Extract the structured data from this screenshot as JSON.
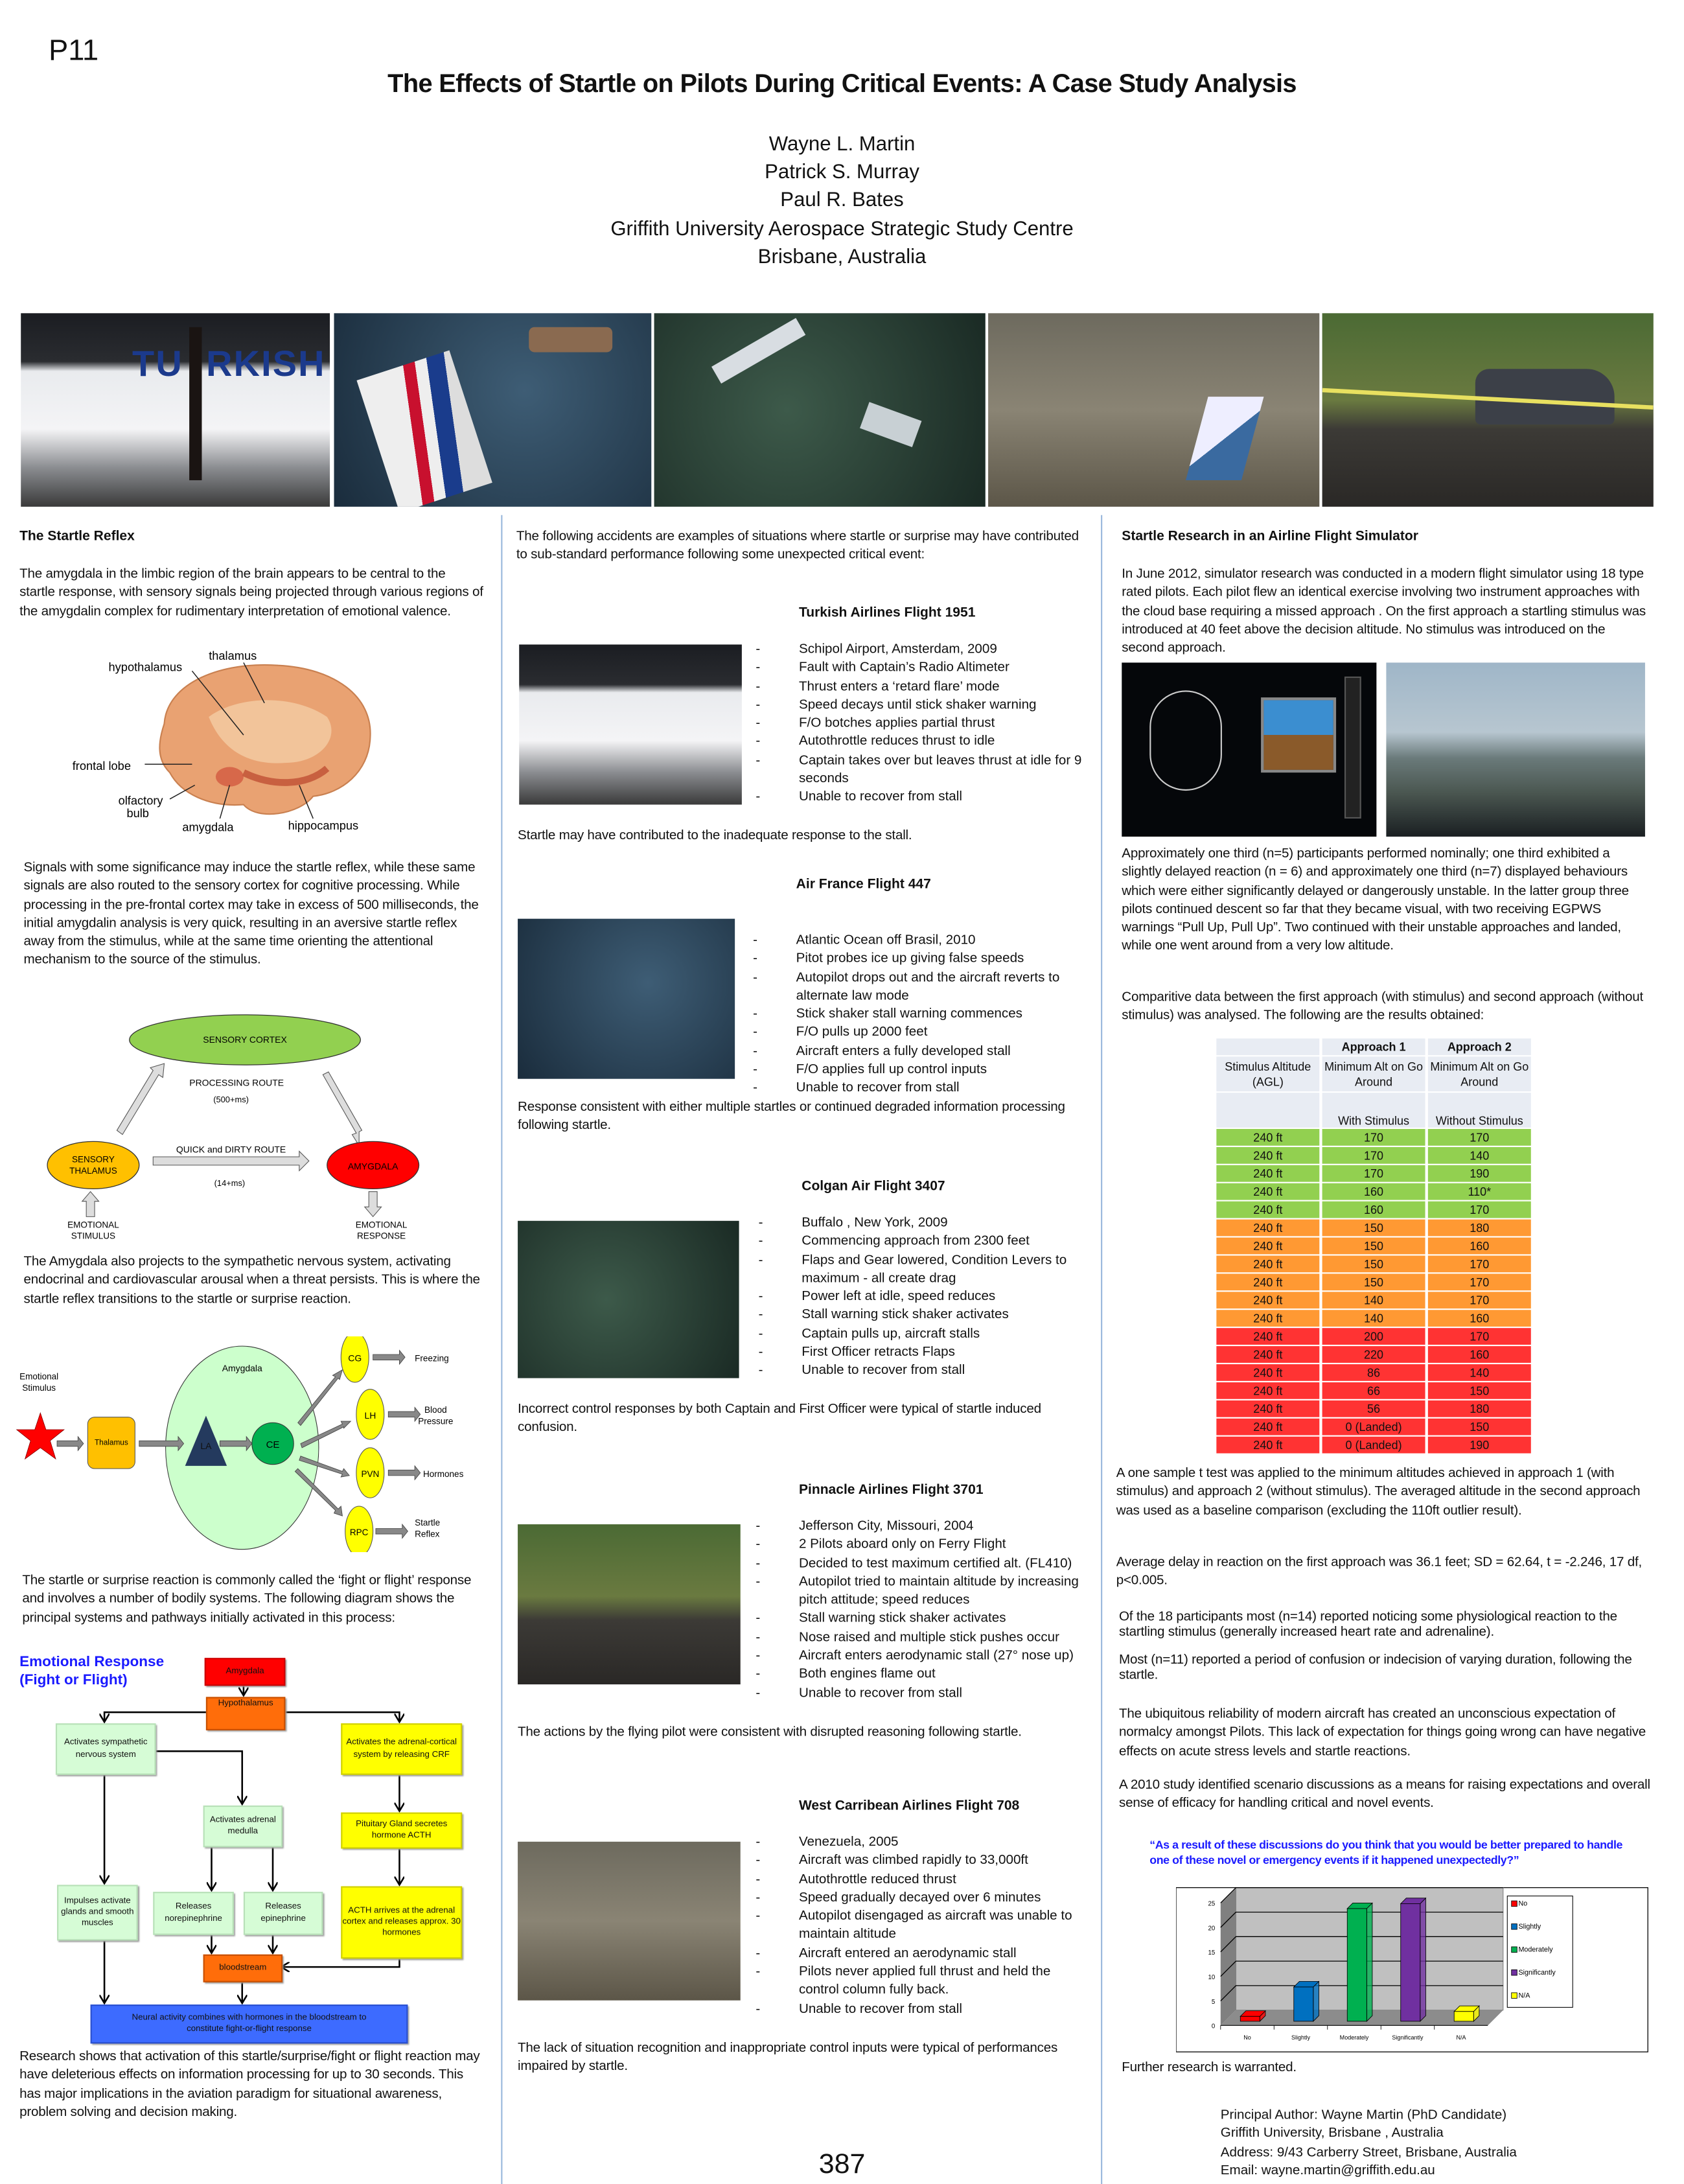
{
  "poster_id": "P11",
  "title": "The Effects of Startle on Pilots During Critical Events: A Case Study Analysis",
  "authors": [
    "Wayne L. Martin",
    "Patrick S. Murray",
    "Paul R. Bates",
    "Griffith University Aerospace Strategic Study Centre",
    "Brisbane, Australia"
  ],
  "page_number": "387",
  "left_column": {
    "heading": "The Startle Reflex",
    "para1": "The amygdala in the limbic region of the brain appears to be central to the startle response, with sensory signals being projected through various regions of the amygdalin complex for rudimentary interpretation of emotional valence.",
    "brain_labels": {
      "thalamus": "thalamus",
      "hypothalamus": "hypothalamus",
      "frontal_lobe": "frontal lobe",
      "olfactory_1": "olfactory",
      "olfactory_2": "bulb",
      "amygdala": "amygdala",
      "hippocampus": "hippocampus"
    },
    "para2": "Signals with some significance may induce the startle reflex, while these same signals are also routed to the sensory cortex for cognitive processing. While processing in the pre-frontal cortex may take in excess of 500 milliseconds, the initial amygdalin analysis is very quick, resulting in an aversive startle reflex away from the stimulus, while at the same time orienting the attentional mechanism to the source of the stimulus.",
    "routes": {
      "sensory_cortex": "SENSORY CORTEX",
      "processing_route": "PROCESSING ROUTE",
      "processing_time": "(500+ms)",
      "quick_route": "QUICK and DIRTY ROUTE",
      "quick_time": "(14+ms)",
      "thalamus_1": "SENSORY",
      "thalamus_2": "THALAMUS",
      "amygdala": "AMYGDALA",
      "stimulus_1": "EMOTIONAL",
      "stimulus_2": "STIMULUS",
      "response_1": "EMOTIONAL",
      "response_2": "RESPONSE"
    },
    "para3": "The Amygdala also projects  to the sympathetic nervous system, activating endocrinal  and cardiovascular arousal when a threat persists. This is where  the startle reflex transitions to the startle or surprise reaction.",
    "pathway": {
      "stimulus_1": "Emotional",
      "stimulus_2": "Stimulus",
      "thalamus": "Thalamus",
      "amygdala": "Amygdala",
      "la": "LA",
      "ce": "CE",
      "cg": "CG",
      "cg_out": "Freezing",
      "lh": "LH",
      "lh_out_1": "Blood",
      "lh_out_2": "Pressure",
      "pvn": "PVN",
      "pvn_out": "Hormones",
      "rpc": "RPC",
      "rpc_out_1": "Startle",
      "rpc_out_2": "Reflex"
    },
    "para4": "The startle or surprise reaction is commonly called the ‘fight or flight’ response and involves a number of bodily systems. The following diagram shows the principal systems and pathways  initially activated in this process:",
    "flowchart": {
      "title_1": "Emotional Response",
      "title_2": "(Fight or Flight)",
      "amygdala": "Amygdala",
      "hypothalamus": "Hypothalamus",
      "sympathetic": "Activates sympathetic nervous system",
      "adrenal_cortical": "Activates the adrenal-cortical system by releasing CRF",
      "adrenal_medulla": "Activates adrenal medulla",
      "pituitary": "Pituitary Gland secretes hormone ACTH",
      "impulses": "Impulses activate glands and smooth muscles",
      "norepinephrine": "Releases norepinephrine",
      "epinephrine": "Releases epinephrine",
      "acth": "ACTH arrives at the adrenal cortex and releases approx. 30 hormones",
      "bloodstream": "bloodstream",
      "neural": "Neural activity combines with hormones in the bloodstream to constitute fight-or-flight response"
    },
    "para5": "Research shows that activation of this startle/surprise/fight or flight reaction may have deleterious effects on information processing for up to 30 seconds. This has major implications in the aviation paradigm  for situational awareness, problem solving and decision making."
  },
  "middle_column": {
    "intro": "The following accidents are examples of situations where startle or surprise may have contributed to sub-standard performance following some unexpected critical event:",
    "bullet_mark": "-",
    "accidents": [
      {
        "name": "Turkish Airlines Flight 1951",
        "bullets": [
          "Schipol Airport, Amsterdam, 2009",
          "Fault with Captain’s Radio Altimeter",
          "Thrust enters a ‘retard flare’ mode",
          "Speed decays  until stick shaker warning",
          "F/O botches  applies partial thrust",
          "Autothrottle reduces thrust to idle",
          "Captain takes over but leaves thrust at idle for 9 seconds",
          "Unable to recover from stall"
        ],
        "summary": "Startle may have contributed to the inadequate response to the stall."
      },
      {
        "name": "Air France Flight 447",
        "bullets": [
          "Atlantic Ocean off Brasil, 2010",
          "Pitot probes ice up giving false speeds",
          "Autopilot drops out and the aircraft reverts to  alternate law mode",
          "Stick shaker stall warning commences",
          "F/O pulls up 2000 feet",
          "Aircraft enters a fully developed stall",
          "F/O applies full up control inputs",
          "Unable to recover from stall"
        ],
        "summary": "Response consistent with either multiple startles or continued degraded information processing following startle."
      },
      {
        "name": "Colgan Air Flight 3407",
        "bullets": [
          "Buffalo , New York, 2009",
          "Commencing approach from 2300 feet",
          "Flaps and Gear lowered, Condition Levers to maximum - all create drag",
          "Power left at idle, speed reduces",
          "Stall warning stick shaker activates",
          "Captain pulls up, aircraft stalls",
          "First Officer retracts Flaps",
          "Unable to recover from stall"
        ],
        "summary": "Incorrect control responses by both Captain and First Officer  were typical of startle induced confusion."
      },
      {
        "name": "Pinnacle Airlines Flight 3701",
        "bullets": [
          "Jefferson City, Missouri, 2004",
          "2 Pilots  aboard only on Ferry Flight",
          "Decided to test maximum certified alt. (FL410)",
          "Autopilot tried to maintain altitude by increasing pitch attitude; speed reduces",
          "Stall warning stick shaker activates",
          "Nose raised and multiple stick pushes occur",
          "Aircraft enters aerodynamic stall (27° nose up)",
          "Both engines flame out",
          "Unable to recover from stall"
        ],
        "summary": "The actions by the flying pilot  were consistent with disrupted reasoning following startle."
      },
      {
        "name": "West  Carribean Airlines Flight 708",
        "bullets": [
          "Venezuela, 2005",
          "Aircraft was climbed rapidly to 33,000ft",
          "Autothrottle reduced thrust",
          "Speed gradually decayed over 6 minutes",
          "Autopilot disengaged as aircraft was unable to maintain altitude",
          "Aircraft entered an aerodynamic stall",
          "Pilots never applied full thrust and held the control column fully back.",
          "Unable to recover from stall"
        ],
        "summary": "The lack of situation recognition and inappropriate control inputs were typical of performances impaired by startle."
      }
    ]
  },
  "right_column": {
    "heading": "Startle Research in an Airline Flight Simulator",
    "para1": "In June 2012, simulator research was conducted in a modern flight simulator using 18 type rated pilots. Each  pilot flew an identical exercise involving two instrument approaches with the cloud base requiring a missed approach . On the first approach a startling stimulus was introduced at 40 feet above the decision altitude. No stimulus  was introduced on the second approach.",
    "para2": "Approximately  one third (n=5) participants performed nominally; one third exhibited a slightly delayed reaction (n = 6) and approximately one third (n=7) displayed behaviours which were either significantly delayed or  dangerously unstable. In the latter group  three pilots continued descent  so far that they became visual, with two receiving EGPWS warnings “Pull Up, Pull Up”.   Two continued with their unstable approaches and landed, while one went around from a very low altitude.",
    "para3": "Comparitive data between the first approach (with stimulus) and second approach (without stimulus) was analysed. The following are the results obtained:",
    "table": {
      "header_top": [
        "",
        "Approach 1",
        "Approach 2"
      ],
      "header_mid": [
        "Stimulus Altitude (AGL)",
        "Minimum Alt on Go Around",
        "Minimum Alt on Go Around"
      ],
      "header_sub": [
        "",
        "With Stimulus",
        "Without Stimulus"
      ],
      "group_colors": {
        "nominal": "#92d050",
        "delayed": "#ff9933",
        "unstable": "#ff3333"
      },
      "rows": [
        {
          "group": "nominal",
          "cells": [
            "240 ft",
            "170",
            "170"
          ]
        },
        {
          "group": "nominal",
          "cells": [
            "240 ft",
            "170",
            "140"
          ]
        },
        {
          "group": "nominal",
          "cells": [
            "240 ft",
            "170",
            "190"
          ]
        },
        {
          "group": "nominal",
          "cells": [
            "240 ft",
            "160",
            "110*"
          ]
        },
        {
          "group": "nominal",
          "cells": [
            "240 ft",
            "160",
            "170"
          ]
        },
        {
          "group": "delayed",
          "cells": [
            "240 ft",
            "150",
            "180"
          ]
        },
        {
          "group": "delayed",
          "cells": [
            "240 ft",
            "150",
            "160"
          ]
        },
        {
          "group": "delayed",
          "cells": [
            "240 ft",
            "150",
            "170"
          ]
        },
        {
          "group": "delayed",
          "cells": [
            "240 ft",
            "150",
            "170"
          ]
        },
        {
          "group": "delayed",
          "cells": [
            "240 ft",
            "140",
            "170"
          ]
        },
        {
          "group": "delayed",
          "cells": [
            "240 ft",
            "140",
            "160"
          ]
        },
        {
          "group": "unstable",
          "cells": [
            "240 ft",
            "200",
            "170"
          ]
        },
        {
          "group": "unstable",
          "cells": [
            "240 ft",
            "220",
            "160"
          ]
        },
        {
          "group": "unstable",
          "cells": [
            "240 ft",
            "86",
            "140"
          ]
        },
        {
          "group": "unstable",
          "cells": [
            "240 ft",
            "66",
            "150"
          ]
        },
        {
          "group": "unstable",
          "cells": [
            "240 ft",
            "56",
            "180"
          ]
        },
        {
          "group": "unstable",
          "cells": [
            "240 ft",
            "0 (Landed)",
            "150"
          ]
        },
        {
          "group": "unstable",
          "cells": [
            "240 ft",
            "0 (Landed)",
            "190"
          ]
        }
      ]
    },
    "para4": "A one sample t test was applied to the minimum altitudes achieved in approach 1 (with stimulus) and approach 2 (without stimulus). The averaged altitude in the second approach was used as a baseline comparison (excluding the 110ft outlier result).",
    "para5": "Average delay in reaction on the first approach was 36.1 feet; SD = 62.64,    t = -2.246, 17 df, p<0.005.",
    "para6": "Of the 18 participants most (n=14) reported noticing some physiological reaction to the startling stimulus (generally increased heart rate and adrenaline).",
    "para7": "Most (n=11) reported a period of confusion or indecision of varying duration, following the startle.",
    "para8": "The ubiquitous reliability of  modern aircraft has created an unconscious expectation of normalcy amongst Pilots. This lack of expectation for things going wrong can have negative effects on acute stress levels and startle reactions.",
    "para9": "A 2010 study identified scenario discussions as a means for raising expectations and overall sense of efficacy for handling critical and novel events.",
    "conclusion": "Further research is warranted.",
    "contact": [
      "Principal Author: Wayne Martin (PhD Candidate)",
      "Griffith University, Brisbane , Australia",
      "Address: 9/43 Carberry Street, Brisbane, Australia",
      "Email: wayne.martin@griffith.edu.au"
    ]
  },
  "chart_data": {
    "type": "bar",
    "title": "“As a result of these discussions do you think that you would be better prepared to handle one of these novel or emergency events if it happened unexpectedly?”",
    "title_color": "#1a1aff",
    "categories": [
      "No",
      "Slightly",
      "Moderately",
      "Significantly",
      "N/A"
    ],
    "values": [
      1,
      7,
      23,
      24,
      2
    ],
    "colors": [
      "#ff0000",
      "#0070c0",
      "#00b050",
      "#7030a0",
      "#ffff00"
    ],
    "yticks": [
      "0",
      "5",
      "10",
      "15",
      "20",
      "25"
    ],
    "ylim": [
      0,
      25
    ],
    "legend": [
      "No",
      "Slightly",
      "Moderately",
      "Significantly",
      "N/A"
    ],
    "legend_position": "right",
    "grid": true,
    "xlabel": "",
    "ylabel": ""
  }
}
